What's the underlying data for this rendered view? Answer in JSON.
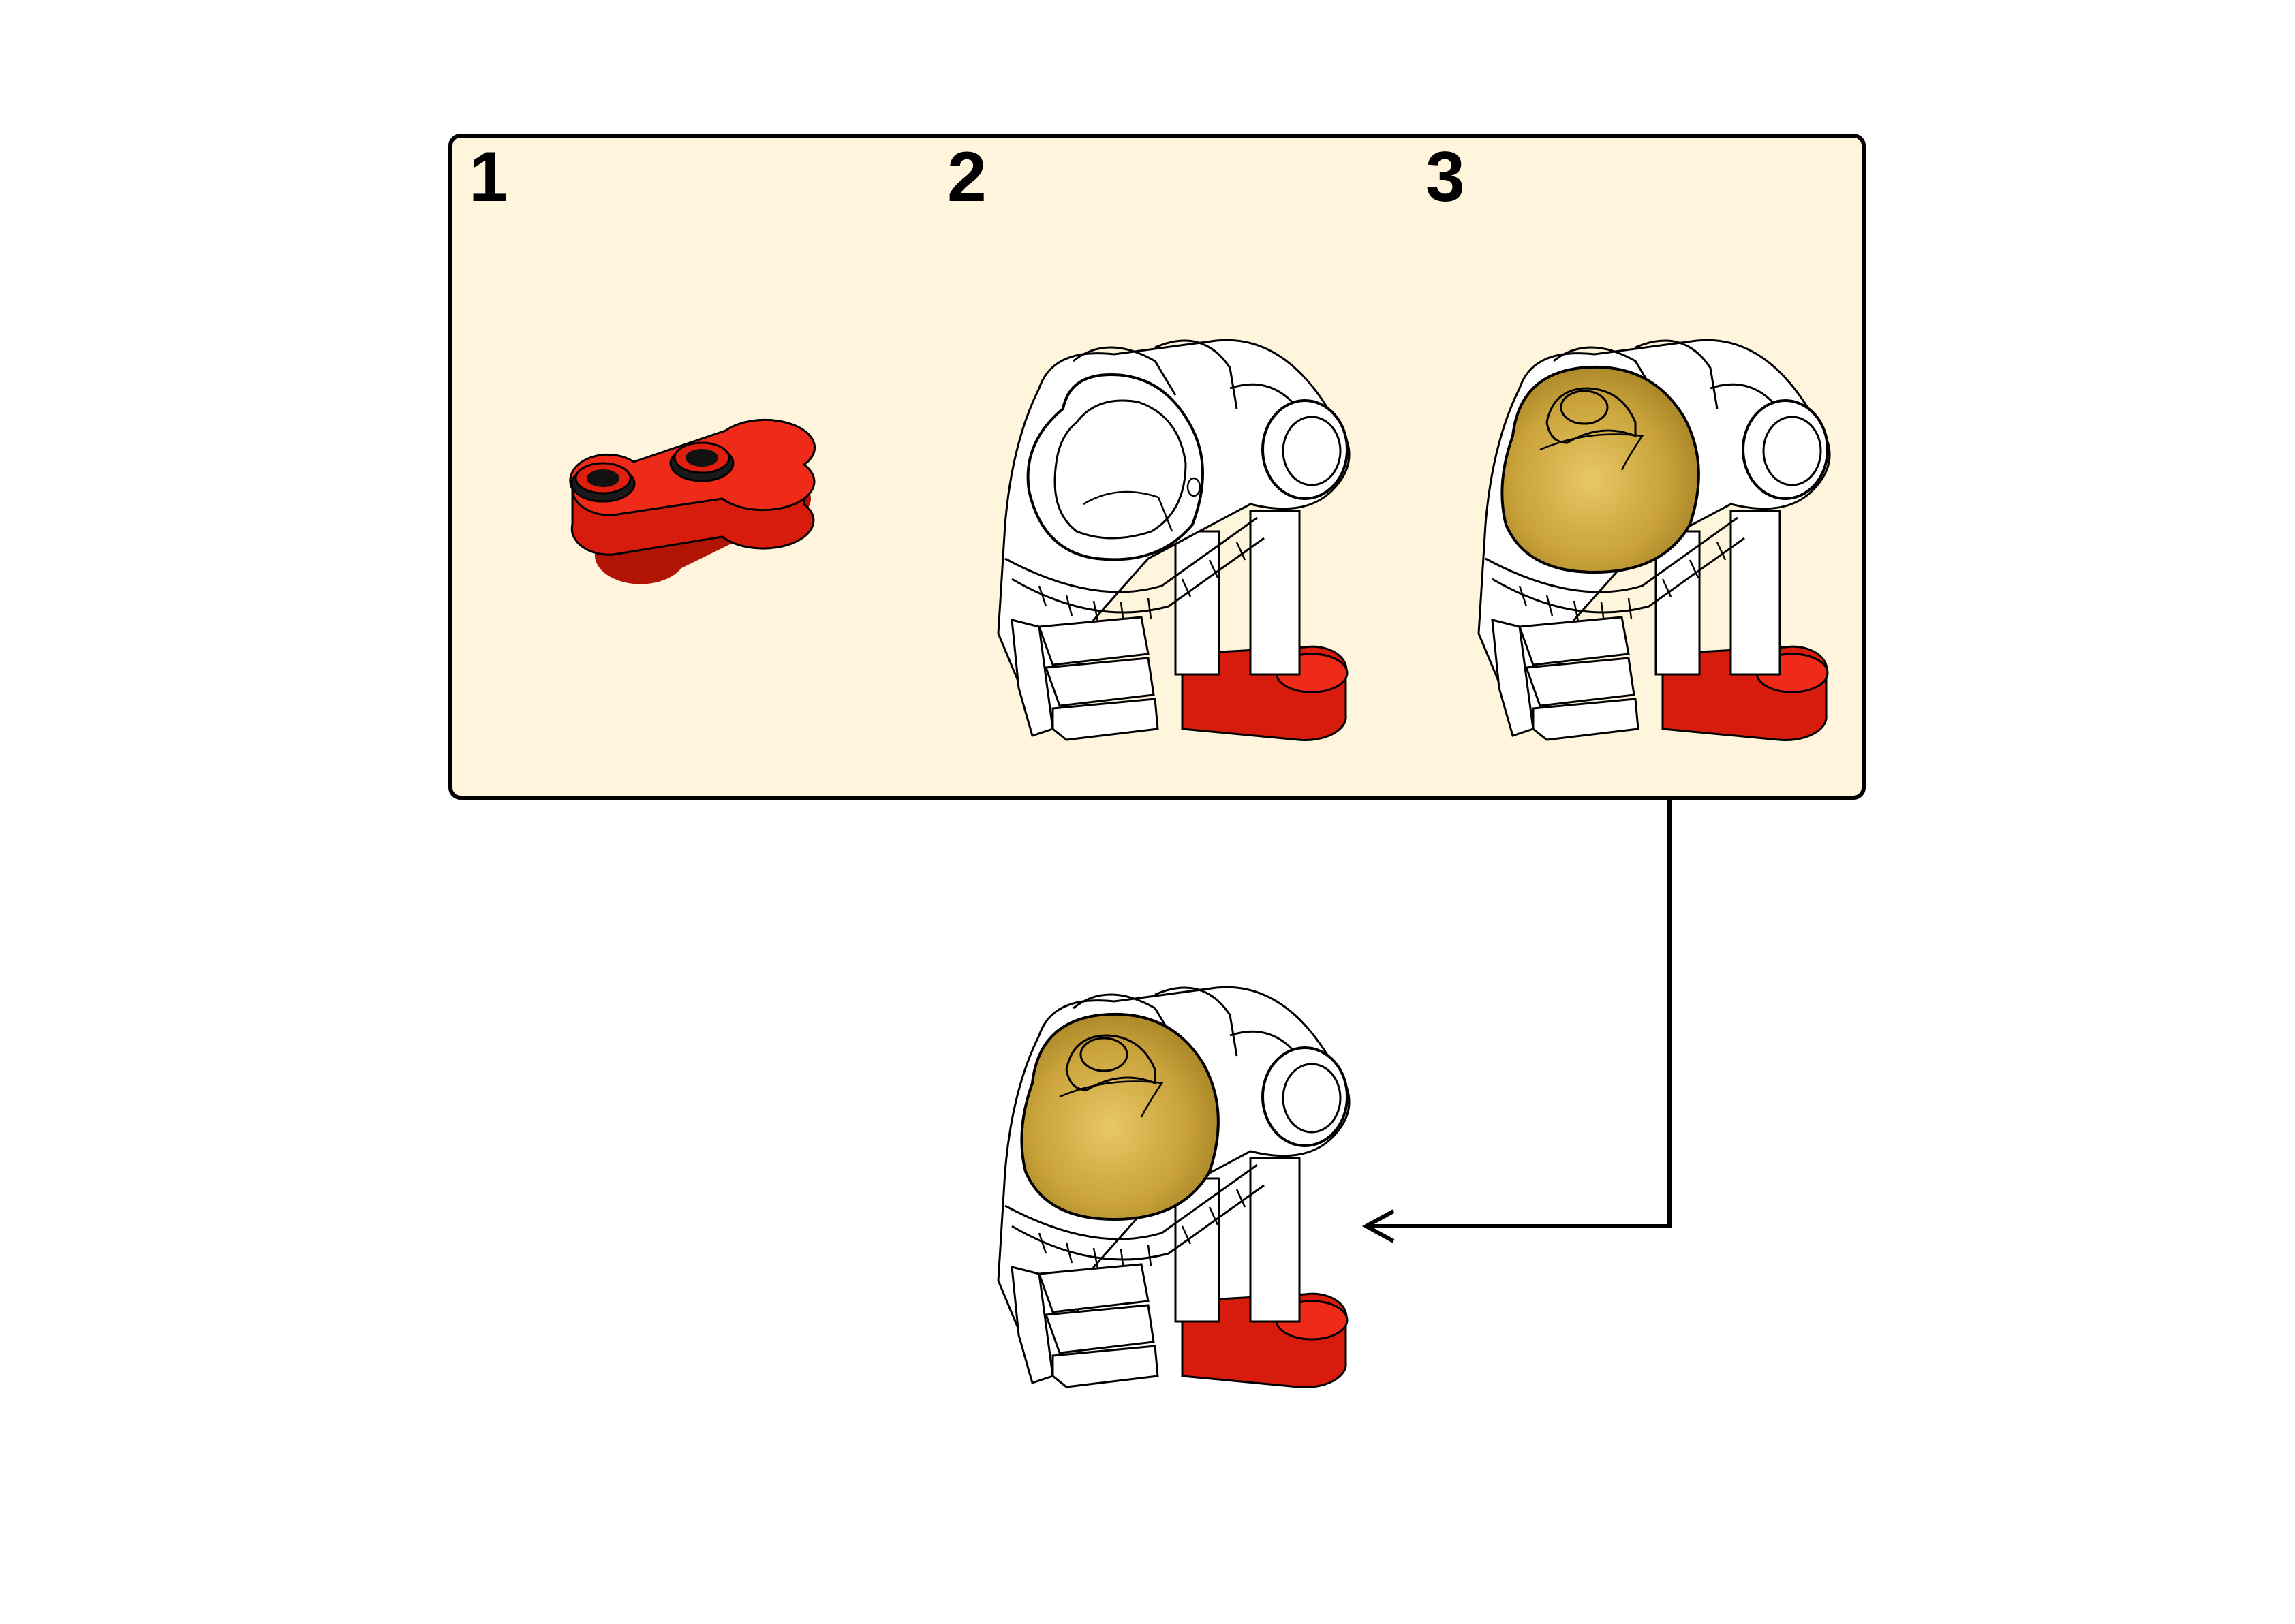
{
  "steps": [
    {
      "number": "1"
    },
    {
      "number": "2"
    },
    {
      "number": "3"
    }
  ],
  "colors": {
    "box_fill": "#fff5dc",
    "brick_red": "#e01e0f",
    "brick_red_dark": "#b11405",
    "helmet_gold": "#c9a23a",
    "outline": "#000000"
  },
  "icons": {
    "part": "red-1x2-rounded-plate",
    "assembly": "helmet-torso-assembly",
    "arrow": "callout-arrow"
  }
}
